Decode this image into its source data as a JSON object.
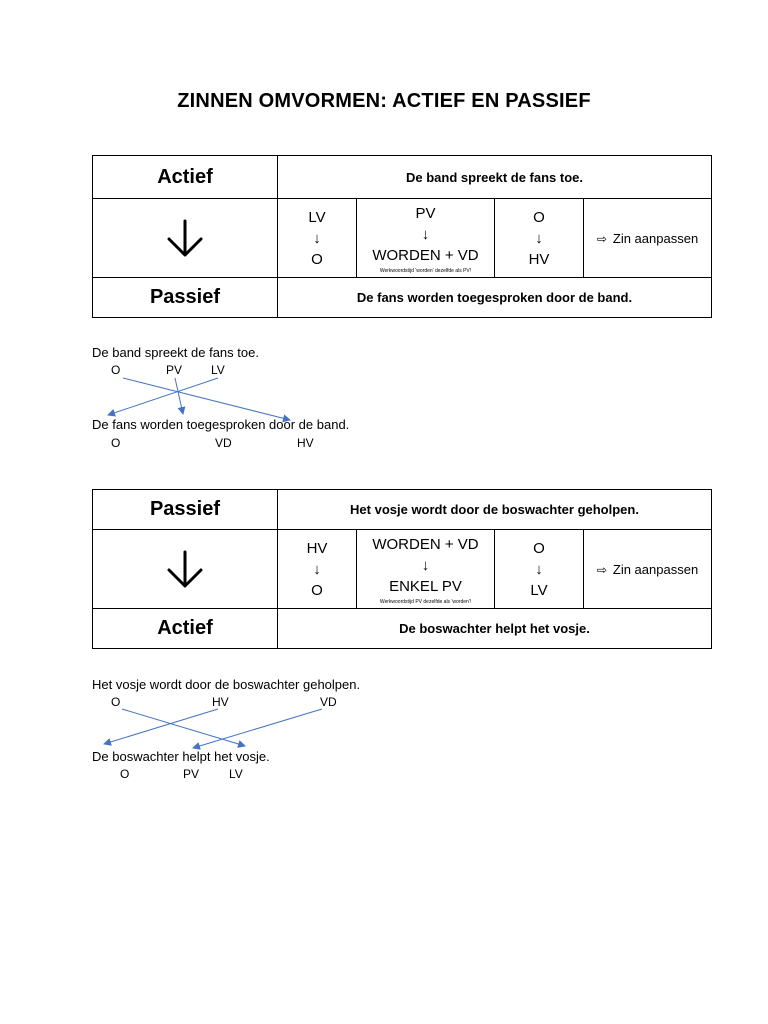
{
  "title": "ZINNEN OMVORMEN: ACTIEF EN PASSIEF",
  "table1": {
    "top_label": "Actief",
    "top_sentence": "De band spreekt de fans toe.",
    "col1": [
      "LV",
      "↓",
      "O"
    ],
    "col2": [
      "PV",
      "↓",
      "WORDEN + VD"
    ],
    "col2_note": "Werkwoordstijd 'worden' dezelfde als PV!",
    "col3": [
      "O",
      "↓",
      "HV"
    ],
    "adjust_arrow": "⇨",
    "adjust_label": "Zin aanpassen",
    "bottom_label": "Passief",
    "bottom_sentence": "De fans worden toegesproken door de band."
  },
  "example1": {
    "sentence1": "De band spreekt de fans toe.",
    "labels1": [
      "O",
      "PV",
      "LV"
    ],
    "sentence2": "De fans worden toegesproken door de band.",
    "labels2": [
      "O",
      "VD",
      "HV"
    ]
  },
  "table2": {
    "top_label": "Passief",
    "top_sentence": "Het vosje wordt door de boswachter geholpen.",
    "col1": [
      "HV",
      "↓",
      "O"
    ],
    "col2": [
      "WORDEN + VD",
      "↓",
      "ENKEL PV"
    ],
    "col2_note": "Werkwoordstijd PV dezelfde als 'worden'!",
    "col3": [
      "O",
      "↓",
      "LV"
    ],
    "adjust_arrow": "⇨",
    "adjust_label": "Zin aanpassen",
    "bottom_label": "Actief",
    "bottom_sentence": "De boswachter helpt het vosje."
  },
  "example2": {
    "sentence1": "Het vosje wordt door de boswachter geholpen.",
    "labels1": [
      "O",
      "HV",
      "VD"
    ],
    "sentence2": "De boswachter helpt het vosje.",
    "labels2": [
      "O",
      "PV",
      "LV"
    ]
  },
  "colors": {
    "connector": "#4472C4"
  },
  "icons": {
    "transform": "arrow-down-icon"
  }
}
